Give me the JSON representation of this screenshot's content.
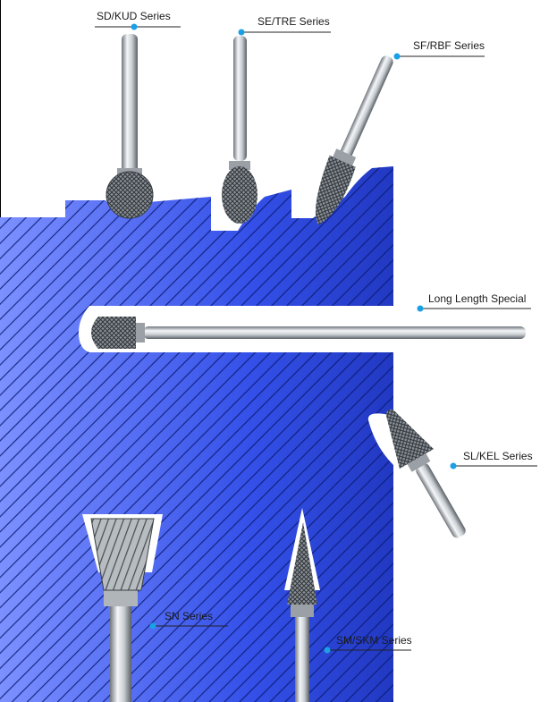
{
  "labels": {
    "sd_kud": "SD/KUD Series",
    "se_tre": "SE/TRE Series",
    "sf_rbf": "SF/RBF Series",
    "long_length": "Long Length Special",
    "sl_kel": "SL/KEL Series",
    "sn": "SN Series",
    "sm_skm": "SM/SKM Series"
  },
  "colors": {
    "block_dark": "#0a1a8c",
    "block_light": "#7a8fff",
    "leader_dot": "#1aa0e6",
    "leader_line": "#222222",
    "steel_light": "#eef0f2",
    "steel_dark": "#6d7277"
  }
}
